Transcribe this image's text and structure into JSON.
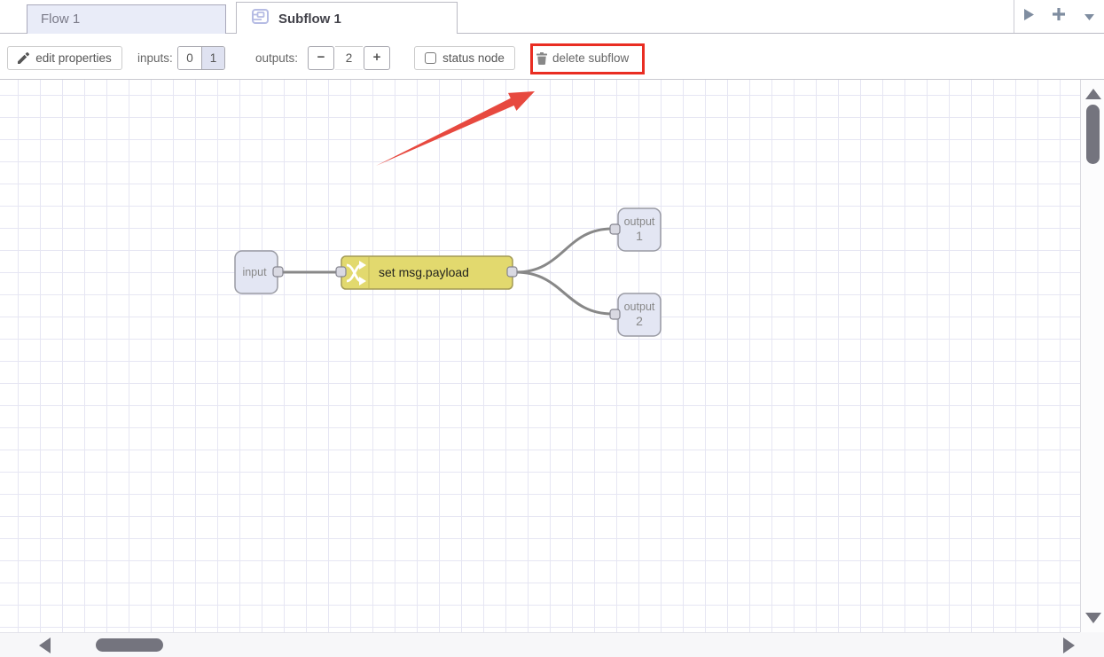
{
  "tab_bar": {
    "flow_tab": "Flow 1",
    "subflow_tab": "Subflow 1"
  },
  "toolbar": {
    "edit_properties_label": "edit properties",
    "inputs_label": "inputs:",
    "inputs_options": [
      "0",
      "1"
    ],
    "inputs_selected": "1",
    "outputs_label": "outputs:",
    "decrease_label": "−",
    "outputs_value": "2",
    "increase_label": "+",
    "status_node_label": "status node",
    "status_node_checked": false,
    "delete_subflow_label": "delete subflow"
  },
  "canvas": {
    "nodes": {
      "input": {
        "label": "input"
      },
      "change": {
        "label": "set msg.payload"
      },
      "output1": {
        "label": "output",
        "number": "1"
      },
      "output2": {
        "label": "output",
        "number": "2"
      }
    }
  },
  "colors": {
    "annotation_red": "#e92d22",
    "arrow_red": "#e7493f",
    "change_node_fill": "#e2d96e",
    "port_node_fill": "#e3e6f3",
    "wire_grey": "#888888",
    "inactive_tab_fill": "#e9ecf8",
    "selected_toggle_fill": "#dfe2f1"
  }
}
